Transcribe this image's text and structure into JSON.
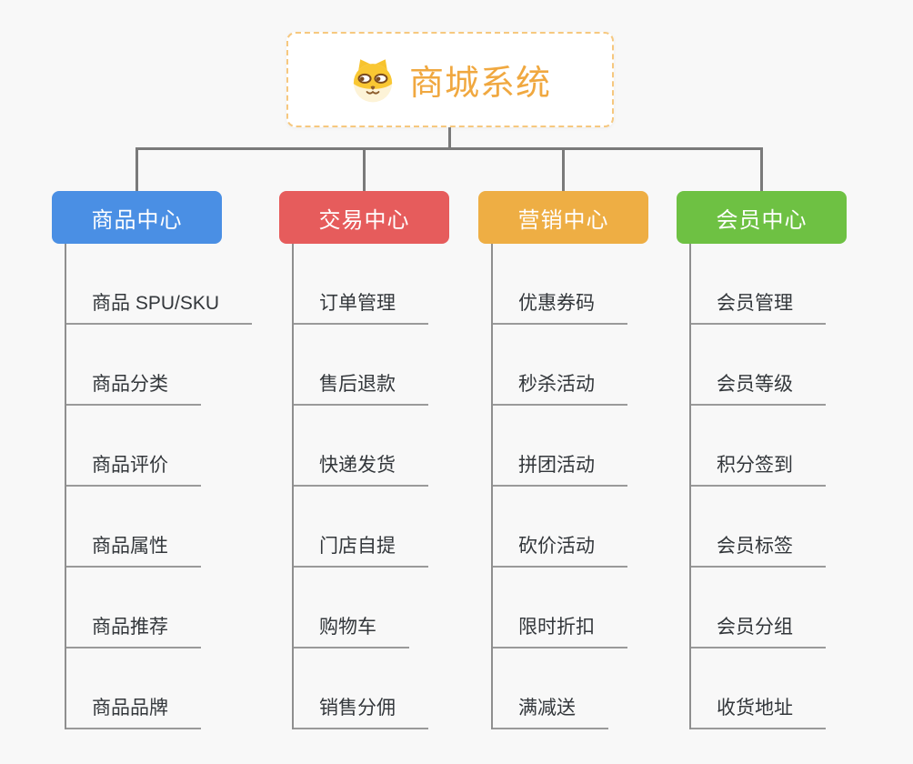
{
  "canvas": {
    "background_color": "#f8f8f8"
  },
  "root_node": {
    "title": "商城系统",
    "icon": "shiba-dog-face-icon",
    "title_color": "#f0a840",
    "border_color": "#f6c87f"
  },
  "connectors": {
    "color": "#7a7a7a"
  },
  "branches": [
    {
      "label": "商品中心",
      "color": "#4a8fe4",
      "items": [
        "商品 SPU/SKU",
        "商品分类",
        "商品评价",
        "商品属性",
        "商品推荐",
        "商品品牌"
      ]
    },
    {
      "label": "交易中心",
      "color": "#e65c5c",
      "items": [
        "订单管理",
        "售后退款",
        "快递发货",
        "门店自提",
        "购物车",
        "销售分佣"
      ]
    },
    {
      "label": "营销中心",
      "color": "#eeae44",
      "items": [
        "优惠券码",
        "秒杀活动",
        "拼团活动",
        "砍价活动",
        "限时折扣",
        "满减送"
      ]
    },
    {
      "label": "会员中心",
      "color": "#6ec143",
      "items": [
        "会员管理",
        "会员等级",
        "积分签到",
        "会员标签",
        "会员分组",
        "收货地址"
      ]
    }
  ]
}
